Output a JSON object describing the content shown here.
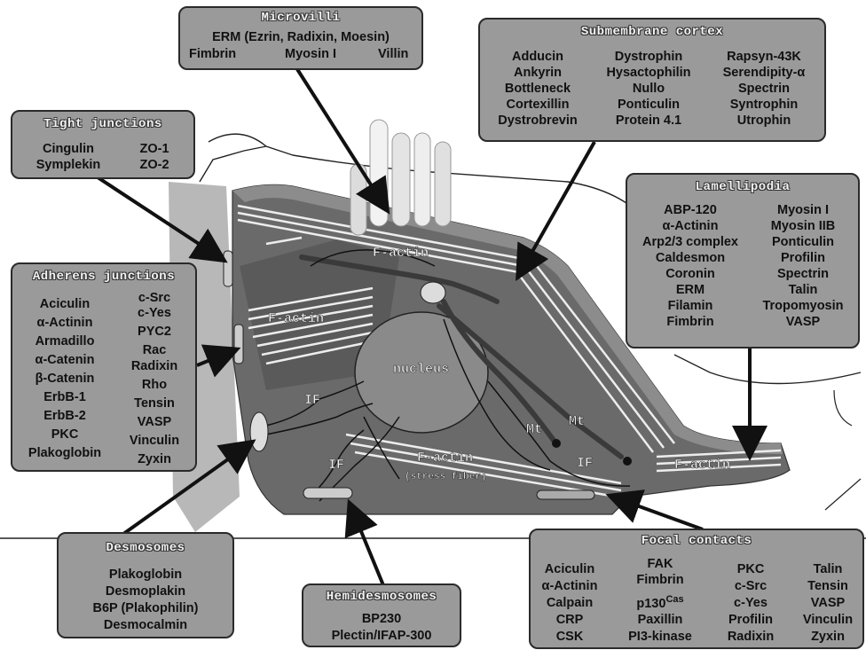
{
  "boxes": {
    "microvilli": {
      "title": "Microvilli",
      "items": [
        "ERM (Ezrin, Radixin, Moesin)",
        "Fimbrin",
        "Myosin I",
        "Villin"
      ]
    },
    "submembrane": {
      "title": "Submembrane cortex",
      "col1": [
        "Adducin",
        "Ankyrin",
        "Bottleneck",
        "Cortexillin",
        "Dystrobrevin"
      ],
      "col2": [
        "Dystrophin",
        "Hysactophilin",
        "Nullo",
        "Ponticulin",
        "Protein 4.1"
      ],
      "col3": [
        "Rapsyn-43K",
        "Serendipity-α",
        "Spectrin",
        "Syntrophin",
        "Utrophin"
      ]
    },
    "tight": {
      "title": "Tight junctions",
      "col1": [
        "Cingulin",
        "Symplekin"
      ],
      "col2": [
        "ZO-1",
        "ZO-2"
      ]
    },
    "lamellipodia": {
      "title": "Lamellipodia",
      "col1": [
        "ABP-120",
        "α-Actinin",
        "Arp2/3 complex",
        "Caldesmon",
        "Coronin",
        "ERM",
        "Filamin",
        "Fimbrin"
      ],
      "col2": [
        "Myosin I",
        "Myosin IIB",
        "Ponticulin",
        "Profilin",
        "Spectrin",
        "Talin",
        "Tropomyosin",
        "VASP"
      ]
    },
    "adherens": {
      "title": "Adherens junctions",
      "col1": [
        "Aciculin",
        "α-Actinin",
        "Armadillo",
        "α-Catenin",
        "β-Catenin",
        "ErbB-1",
        "ErbB-2",
        "PKC",
        "Plakoglobin"
      ],
      "col2": [
        "c-Src",
        "c-Yes",
        "PYC2",
        "Rac",
        "Radixin",
        "Rho",
        "Tensin",
        "VASP",
        "Vinculin",
        "Zyxin"
      ]
    },
    "desmosomes": {
      "title": "Desmosomes",
      "items": [
        "Plakoglobin",
        "Desmoplakin",
        "B6P (Plakophilin)",
        "Desmocalmin"
      ]
    },
    "hemidesmosomes": {
      "title": "Hemidesmosomes",
      "items": [
        "BP230",
        "Plectin/IFAP-300"
      ]
    },
    "focal": {
      "title": "Focal contacts",
      "col1": [
        "Aciculin",
        "α-Actinin",
        "Calpain",
        "CRP",
        "CSK"
      ],
      "col2": [
        "FAK",
        "Fimbrin",
        "p130",
        "Paxillin",
        "PI3-kinase"
      ],
      "col2_sup": "Cas",
      "col3": [
        "PKC",
        "c-Src",
        "c-Yes",
        "Profilin",
        "Radixin"
      ],
      "col4": [
        "Talin",
        "Tensin",
        "VASP",
        "Vinculin",
        "Zyxin"
      ]
    }
  },
  "diagram_labels": {
    "factin_top": "F-actin",
    "factin_left": "F-actin",
    "factin_bottom": "F-actin",
    "stress_fiber": "(stress fiber)",
    "factin_right": "F-actin",
    "nucleus": "nucleus",
    "if_left": "IF",
    "if_bottom": "IF",
    "if_right": "IF",
    "mt_1": "Mt",
    "mt_2": "Mt"
  }
}
